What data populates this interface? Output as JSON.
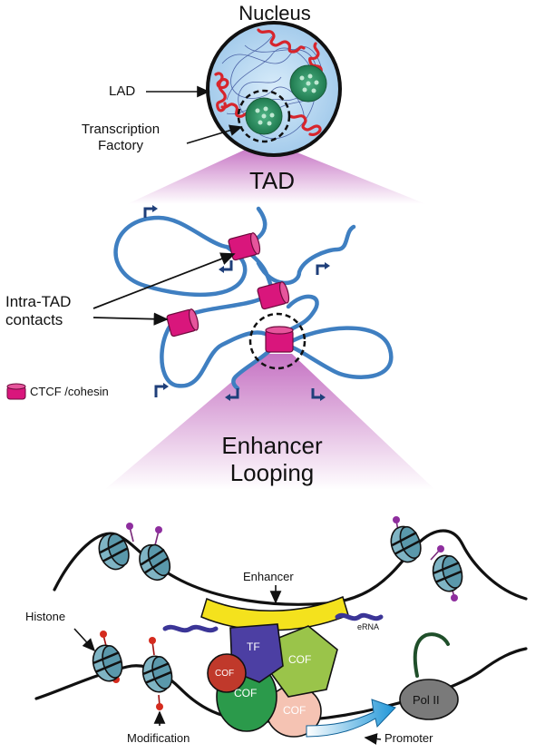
{
  "colors": {
    "nucleus_fill": "#a9cfee",
    "lad_red": "#d7252c",
    "factory_green": "#2c8a5f",
    "tad_pink": "#d9167c",
    "fiber_blue": "#3f7fc1",
    "arrow_navy": "#1f3f7a",
    "nucleosome_teal": "#7fb4c4",
    "mark_purple": "#8e2e9e",
    "mark_red": "#d52b1e",
    "enhancer_yellow": "#f4e21d",
    "tf_indigo": "#4c3fa3",
    "cof_red": "#c0392b",
    "cof_green": "#2b9a4b",
    "cof_lime": "#9ac44a",
    "cof_peach": "#f5c3b3",
    "pol_grey": "#7a7a7a",
    "promoter_blue": "#2a9ad8",
    "fan_purple": "#c45fbf"
  },
  "sections": {
    "nucleus_title": "Nucleus",
    "tad_title": "TAD",
    "looping_title_line1": "Enhancer",
    "looping_title_line2": "Looping"
  },
  "labels": {
    "lad": "LAD",
    "factory_line1": "Transcription",
    "factory_line2": "Factory",
    "intra_tad_line1": "Intra-TAD",
    "intra_tad_line2": "contacts",
    "ctcf_legend": "CTCF /cohesin",
    "enhancer": "Enhancer",
    "erna": "eRNA",
    "histone": "Histone",
    "modification": "Modification",
    "promoter": "Promoter",
    "tf": "TF",
    "cof": "COF",
    "pol2": "Pol II"
  },
  "icons": [
    "ctcf-cohesin-icon",
    "nucleosome-icon",
    "arrow-icon"
  ]
}
